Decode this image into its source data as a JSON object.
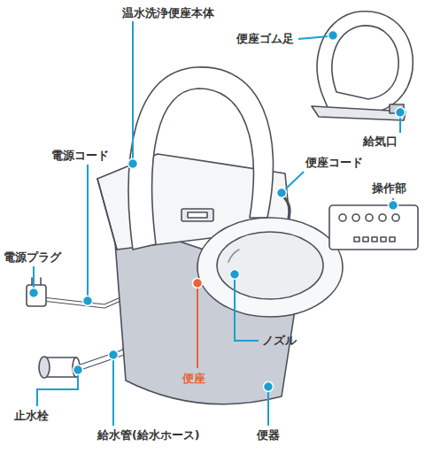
{
  "diagram": {
    "labels": [
      "温水洗浄便座本体",
      "便座ゴム足",
      "給気口",
      "電源コード",
      "便座コード",
      "操作部",
      "電源プラグ",
      "ノズル",
      "便座",
      "止水栓",
      "給水管(給水ホース)",
      "便器"
    ]
  }
}
